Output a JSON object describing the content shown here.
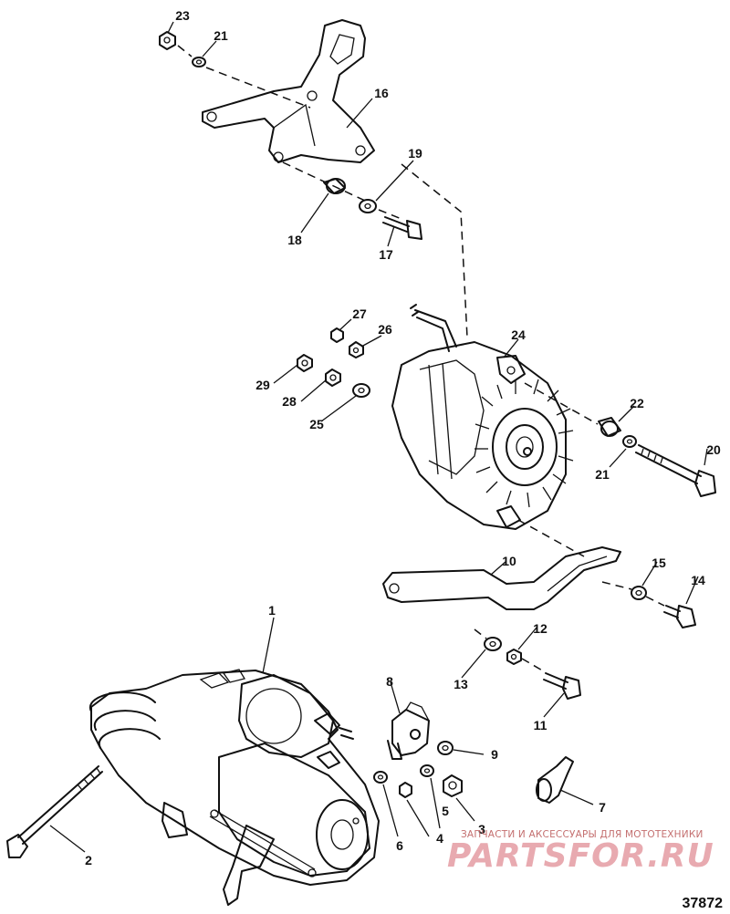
{
  "callouts": [
    "1",
    "2",
    "3",
    "4",
    "5",
    "6",
    "7",
    "8",
    "9",
    "10",
    "11",
    "12",
    "13",
    "14",
    "15",
    "16",
    "17",
    "18",
    "19",
    "20",
    "21",
    "21",
    "22",
    "23",
    "24",
    "25",
    "26",
    "27",
    "28",
    "29"
  ],
  "watermark": {
    "tagline": "ЗАПЧАСТИ И АКСЕССУАРЫ ДЛЯ МОТОТЕХНИКИ",
    "brand": "PARTSFOR.RU"
  },
  "figure_number": "37872"
}
